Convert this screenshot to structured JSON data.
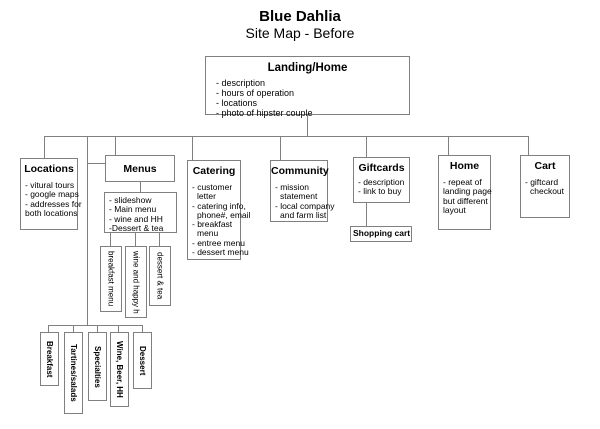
{
  "page_title": {
    "line1": "Blue Dahlia",
    "line2": "Site Map - Before"
  },
  "nodes": {
    "landing": {
      "title": "Landing/Home",
      "lines": [
        "- description",
        "- hours of operation",
        "- locations",
        "- photo of hipster couple"
      ]
    },
    "locations": {
      "title": "Locations",
      "lines": [
        "- vitural tours",
        "- google maps",
        "- addresses for",
        "both locations"
      ]
    },
    "menus": {
      "title": "Menus"
    },
    "menus_detail": {
      "lines": [
        "- slideshow",
        "- Main menu",
        "- wine and HH",
        "-Dessert & tea"
      ]
    },
    "menus_children": [
      "breakfast menu",
      "wine and happy h",
      "dessert & tea"
    ],
    "catering": {
      "title": "Catering",
      "lines": [
        "- customer",
        "letter",
        "- catering info,",
        "phone#, email",
        "- breakfast",
        "menu",
        "- entree menu",
        "- dessert menu"
      ]
    },
    "community": {
      "title": "Community",
      "lines": [
        "- mission",
        "statement",
        "- local company",
        "and farm list"
      ]
    },
    "giftcards": {
      "title": "Giftcards",
      "lines": [
        "- description",
        "- link to buy"
      ]
    },
    "shopping_cart": {
      "label": "Shopping cart"
    },
    "home": {
      "title": "Home",
      "lines": [
        "- repeat of",
        "landing page",
        "but different",
        "layout"
      ]
    },
    "cart": {
      "title": "Cart",
      "lines": [
        "- giftcard",
        "checkout"
      ]
    },
    "menu_pages": [
      "Breakfast",
      "Tartines/salads",
      "Specialties",
      "Wine, Beer, HH",
      "Dessert"
    ]
  },
  "colors": {
    "background": "#ffffff",
    "box_border": "#808080",
    "connector": "#808080",
    "text": "#000000"
  }
}
